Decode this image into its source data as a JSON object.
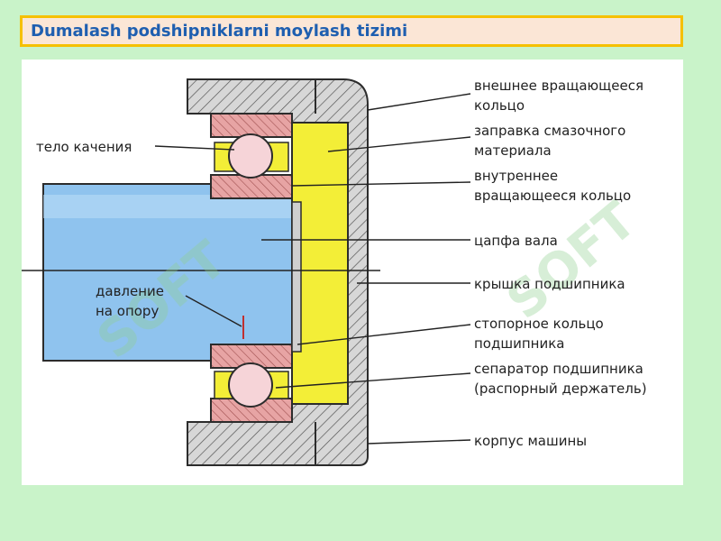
{
  "header": {
    "title": "Dumalash podshipniklarni moylash tizimi"
  },
  "colors": {
    "background": "#c9f3c9",
    "title_border": "#f5c000",
    "title_fill": "#fbe6d6",
    "title_text": "#1f5fb0",
    "shaft": "#8fc3ee",
    "grease": "#f3ee37",
    "ring": "#e7a4a4",
    "ball": "#f6d4d8",
    "housing": "#d7d7d7"
  },
  "watermark": {
    "text": "SOFT"
  },
  "diagram": {
    "labels": {
      "outer_ring_1": "внешнее вращающееся",
      "outer_ring_2": "кольцо",
      "grease_fill_1": "заправка смазочного",
      "grease_fill_2": "материала",
      "inner_ring_1": "внутреннее",
      "inner_ring_2": "вращающееся кольцо",
      "journal": "цапфа вала",
      "cover": "крышка подшипника",
      "retaining_1": "стопорное кольцо",
      "retaining_2": "подшипника",
      "separator_1": "сепаратор подшипника",
      "separator_2": "(распорный держатель)",
      "housing": "корпус машины",
      "rolling_body": "тело качения",
      "pressure_1": "давление",
      "pressure_2": "на опору"
    }
  }
}
